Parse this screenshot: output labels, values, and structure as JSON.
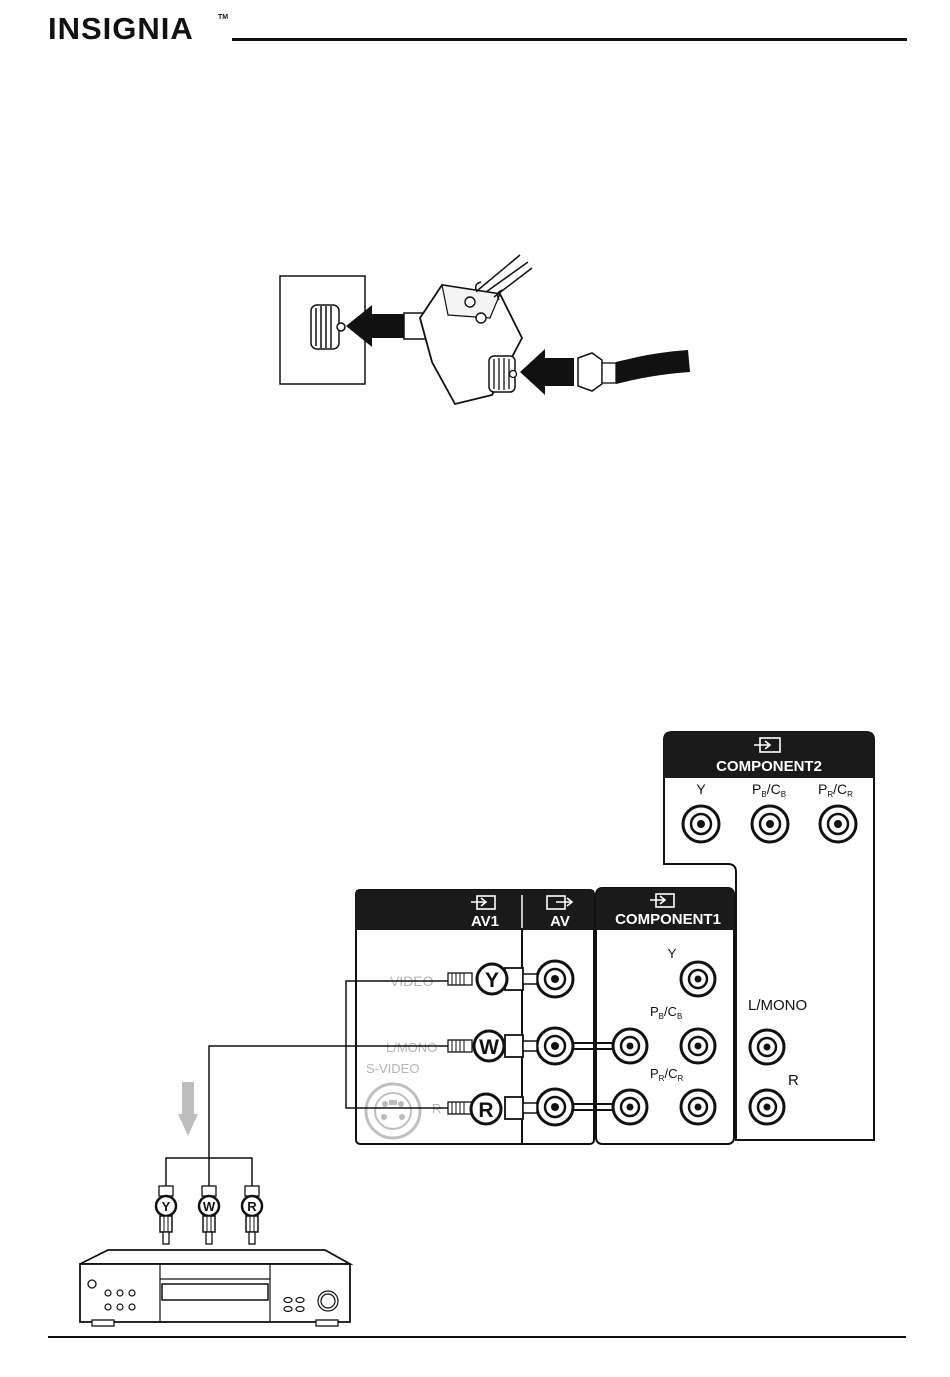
{
  "brand": {
    "name": "INSIGNIA",
    "trademark": "TM"
  },
  "panels": {
    "av1": {
      "title": "AV1",
      "jacks": [
        "VIDEO",
        "L/MONO",
        "R"
      ],
      "svideo": "S-VIDEO"
    },
    "av_out": {
      "title": "AV"
    },
    "component1": {
      "title": "COMPONENT1",
      "y": "Y",
      "pb": "P",
      "pb_sub": "B",
      "cb": "C",
      "cb_sub": "B",
      "pr": "P",
      "pr_sub": "R",
      "cr": "C",
      "cr_sub": "R"
    },
    "component2": {
      "title": "COMPONENT2",
      "y": "Y",
      "pb": "P",
      "pb_sub": "B",
      "cb": "C",
      "cb_sub": "B",
      "pr": "P",
      "pr_sub": "R",
      "cr": "C",
      "cr_sub": "R"
    },
    "audio": {
      "left": "L/MONO",
      "right": "R"
    }
  },
  "plugs": {
    "yellow": "Y",
    "white": "W",
    "red": "R"
  },
  "icons": [
    "wall-outlet-icon",
    "coax-adapter-icon",
    "arrow-icon",
    "input-icon",
    "output-icon",
    "dvd-player-icon"
  ]
}
